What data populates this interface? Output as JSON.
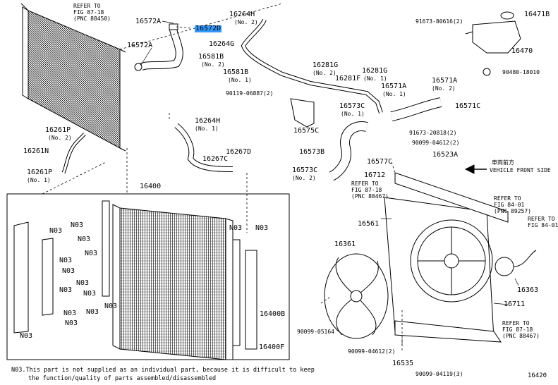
{
  "labels": {
    "refer_8718_a": "REFER TO\nFIG 87-18\n(PNC 88450)",
    "p16572A_top": "16572A",
    "p16572D": "16572D",
    "p16264H_top": "16264H",
    "no2_a": "(No. 2)",
    "p16264G": "16264G",
    "p16581B_top": "16581B",
    "no2_b": "(No. 2)",
    "p16572A_left": "16572A",
    "p16581B_mid": "16581B",
    "no1_a": "(No. 1)",
    "p90119": "90119-06887(2)",
    "p16281G_a": "16281G",
    "no2_c": "(No. 2)",
    "p16281G_b": "16281G",
    "no1_b": "(No. 1)",
    "p16281F": "16281F",
    "p16573C_a": "16573C",
    "no1_c": "(No. 1)",
    "p16575C": "16575C",
    "p16571A_a": "16571A",
    "no1_d": "(No. 1)",
    "p16571A_b": "16571A",
    "no2_d": "(No. 2)",
    "p16571C": "16571C",
    "p91673_80616": "91673-80616(2)",
    "p16471B": "16471B",
    "p16470": "16470",
    "p90480": "90480-18010",
    "p16261P_a": "16261P",
    "no2_e": "(No. 2)",
    "p16261N": "16261N",
    "p16261P_b": "16261P",
    "no1_e": "(No. 1)",
    "p16264H_mid": "16264H",
    "no1_f": "(No. 1)",
    "p16267D": "16267D",
    "p16267C": "16267C",
    "p91673_20818": "91673-20818(2)",
    "p16577C": "16577C",
    "p90099_04612_a": "90099-04612(2)",
    "p16523A": "16523A",
    "p16573B": "16573B",
    "p16573C_b": "16573C",
    "no2_f": "(No. 2)",
    "p16712": "16712",
    "front_jp": "車両前方",
    "front_en": "VEHICLE FRONT SIDE",
    "refer_8718_b": "REFER TO\nFIG 87-18\n(PNC 88467)",
    "p16400": "16400",
    "refer_8401_a": "REFER TO\nFIG 84-01\n(PNC 89257)",
    "refer_8401_b": "REFER TO\nFIG 84-01",
    "p16561": "16561",
    "p16361": "16361",
    "p16363": "16363",
    "p16711": "16711",
    "n03_1": "N03",
    "n03_2": "N03",
    "n03_3": "N03",
    "n03_4": "N03",
    "n03_5": "N03",
    "n03_6": "N03",
    "n03_7": "N03",
    "n03_8": "N03",
    "n03_9": "N03",
    "n03_10": "N03",
    "n03_11": "N03",
    "n03_12": "N03",
    "n03_13": "N03",
    "n03_14": "N03",
    "n03_15": "N03",
    "p16400B": "16400B",
    "p16400F": "16400F",
    "p90099_05164": "90099-05164",
    "p90099_04612_b": "90099-04612(2)",
    "p16535": "16535",
    "p90099_04119": "90099-04119(3)",
    "refer_8718_c": "REFER TO\nFIG 87-18\n(PNC 88467)",
    "note_line1": "N03.This part is not supplied as an individual part, because it is difficult to keep",
    "note_line2": "the function/quality of parts assembled/disassembled",
    "fig_number": "16420"
  },
  "colors": {
    "line": "#000000",
    "highlight": "#3399ff",
    "background": "#ffffff"
  }
}
